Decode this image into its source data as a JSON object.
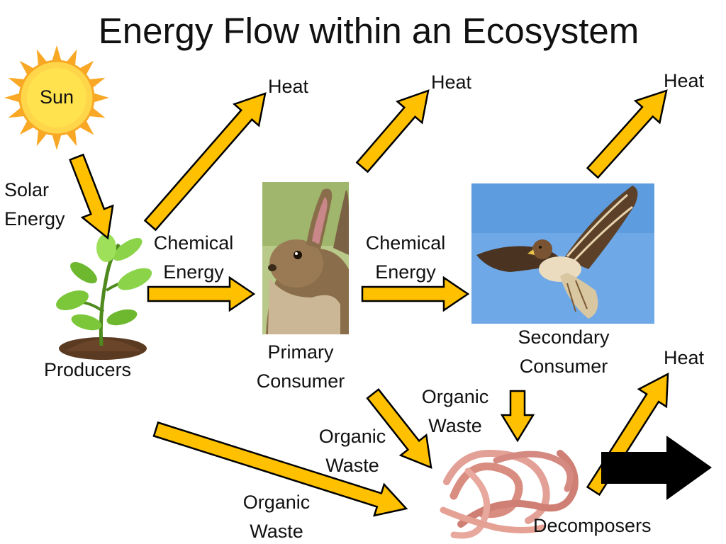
{
  "title": "Energy Flow within an Ecosystem",
  "sun_label": "Sun",
  "labels": {
    "solar_energy": [
      "Solar",
      "Energy"
    ],
    "chemical_energy_1": [
      "Chemical",
      "Energy"
    ],
    "chemical_energy_2": [
      "Chemical",
      "Energy"
    ],
    "heat_1": "Heat",
    "heat_2": "Heat",
    "heat_3": "Heat",
    "heat_4": "Heat",
    "producers": "Producers",
    "primary_consumer": [
      "Primary",
      "Consumer"
    ],
    "secondary_consumer": [
      "Secondary",
      "Consumer"
    ],
    "organic_waste_1": [
      "Organic",
      "Waste"
    ],
    "organic_waste_2": [
      "Organic",
      "Waste"
    ],
    "organic_waste_3": [
      "Organic",
      "Waste"
    ],
    "decomposers": "Decomposers"
  },
  "colors": {
    "arrow_fill": "#FFC000",
    "arrow_stroke": "#000000",
    "sun_core": "#FFD54A",
    "sun_ray": "#F9A825",
    "sky": "#6FA8E6"
  },
  "icons": [
    "sun-icon",
    "plant-icon",
    "rabbit-icon",
    "hawk-icon",
    "worms-icon"
  ]
}
